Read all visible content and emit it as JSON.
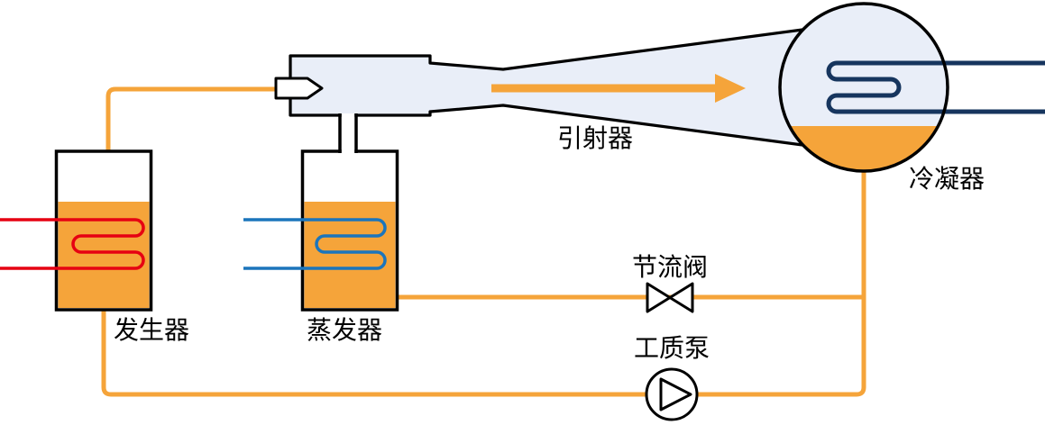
{
  "diagram": {
    "labels": {
      "generator": "发生器",
      "evaporator": "蒸发器",
      "ejector": "引射器",
      "condenser": "冷凝器",
      "throttle_valve": "节流阀",
      "pump": "工质泵"
    },
    "colors": {
      "pipe-orange": "#F5A43A",
      "liquid-orange": "#F5A43A",
      "vessel-fill": "#E9EEF8",
      "heat-red": "#E60012",
      "cold-blue": "#1B75BC",
      "condenser-coil": "#16355E",
      "outline": "#000000"
    }
  }
}
